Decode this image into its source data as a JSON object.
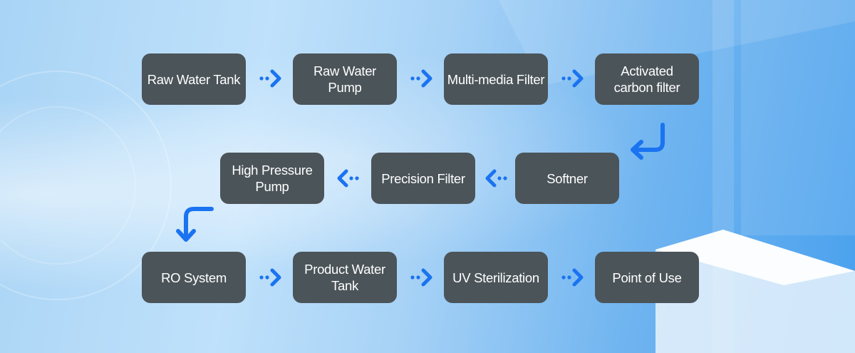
{
  "diagram": {
    "nodes": [
      {
        "id": "raw-water-tank",
        "label": "Raw Water Tank"
      },
      {
        "id": "raw-water-pump",
        "label": "Raw Water Pump"
      },
      {
        "id": "multi-media-filter",
        "label": "Multi-media Filter"
      },
      {
        "id": "activated-carbon-filter",
        "label": "Activated\ncarbon filter"
      },
      {
        "id": "softner",
        "label": "Softner"
      },
      {
        "id": "precision-filter",
        "label": "Precision Filter"
      },
      {
        "id": "high-pressure-pump",
        "label": "High Pressure\nPump"
      },
      {
        "id": "ro-system",
        "label": "RO System"
      },
      {
        "id": "product-water-tank",
        "label": "Product Water\nTank"
      },
      {
        "id": "uv-sterilization",
        "label": "UV Sterilization"
      },
      {
        "id": "point-of-use",
        "label": "Point of Use"
      }
    ],
    "edges": [
      [
        "raw-water-tank",
        "raw-water-pump"
      ],
      [
        "raw-water-pump",
        "multi-media-filter"
      ],
      [
        "multi-media-filter",
        "activated-carbon-filter"
      ],
      [
        "activated-carbon-filter",
        "softner"
      ],
      [
        "softner",
        "precision-filter"
      ],
      [
        "precision-filter",
        "high-pressure-pump"
      ],
      [
        "high-pressure-pump",
        "ro-system"
      ],
      [
        "ro-system",
        "product-water-tank"
      ],
      [
        "product-water-tank",
        "uv-sterilization"
      ],
      [
        "uv-sterilization",
        "point-of-use"
      ]
    ],
    "colors": {
      "node_fill": "#4b5459",
      "node_text": "#ffffff",
      "arrow": "#1a73f0"
    }
  }
}
